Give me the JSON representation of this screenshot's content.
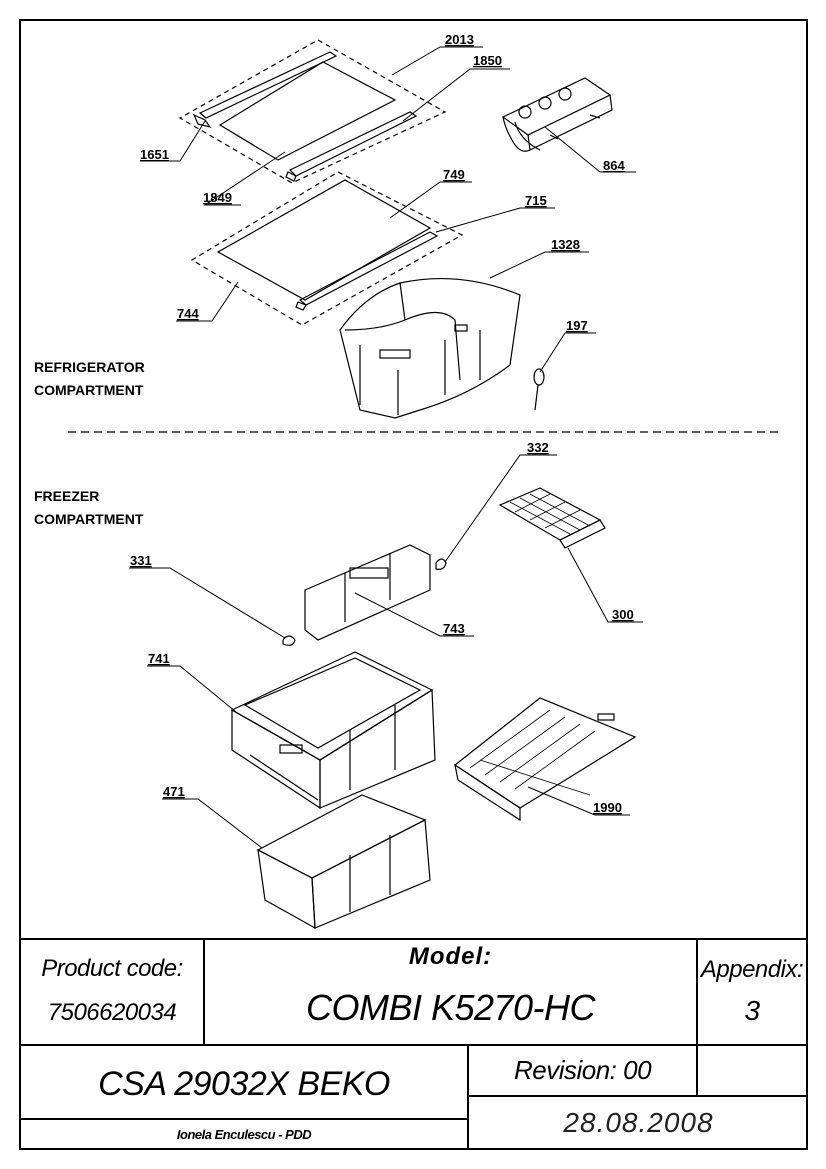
{
  "sections": {
    "refrigerator": [
      "REFRIGERATOR",
      "COMPARTMENT"
    ],
    "freezer": [
      "FREEZER",
      "COMPARTMENT"
    ]
  },
  "callouts": [
    "2013",
    "1850",
    "1651",
    "1849",
    "864",
    "749",
    "715",
    "744",
    "1328",
    "197",
    "332",
    "331",
    "743",
    "300",
    "741",
    "1990",
    "471"
  ],
  "title_block": {
    "product_code_label": "Product code:",
    "product_code_value": "7506620034",
    "model_label": "Model:",
    "model_value": "COMBI K5270-HC",
    "appendix_label": "Appendix:",
    "appendix_value": "3",
    "sheet_name": "CSA 29032X BEKO",
    "revision": "Revision: 00",
    "author": "Ionela Enculescu - PDD",
    "date": "28.08.2008"
  }
}
